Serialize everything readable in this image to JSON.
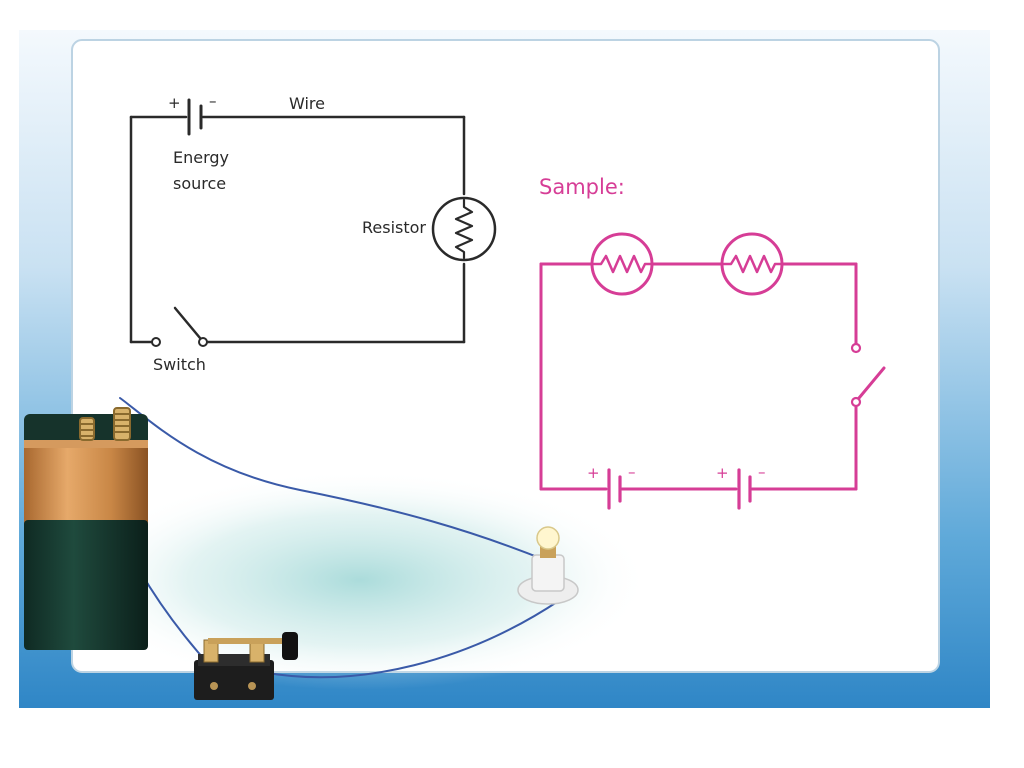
{
  "diagram": {
    "basic_circuit": {
      "labels": {
        "plus": "+",
        "minus": "–",
        "wire": "Wire",
        "energy_line1": "Energy",
        "energy_line2": "source",
        "resistor": "Resistor",
        "switch": "Switch"
      }
    },
    "sample_circuit": {
      "heading": "Sample:",
      "battery_signs": [
        "+",
        "–",
        "+",
        "–"
      ]
    },
    "colors": {
      "schematic_line": "#2a2a2a",
      "sample_line": "#d63d96",
      "background_blue": "#5fa9d9",
      "board": "#ffffff"
    },
    "photo": {
      "items": [
        "battery-photo",
        "knife-switch-photo",
        "bulb-socket-photo",
        "connecting-wires"
      ]
    }
  }
}
